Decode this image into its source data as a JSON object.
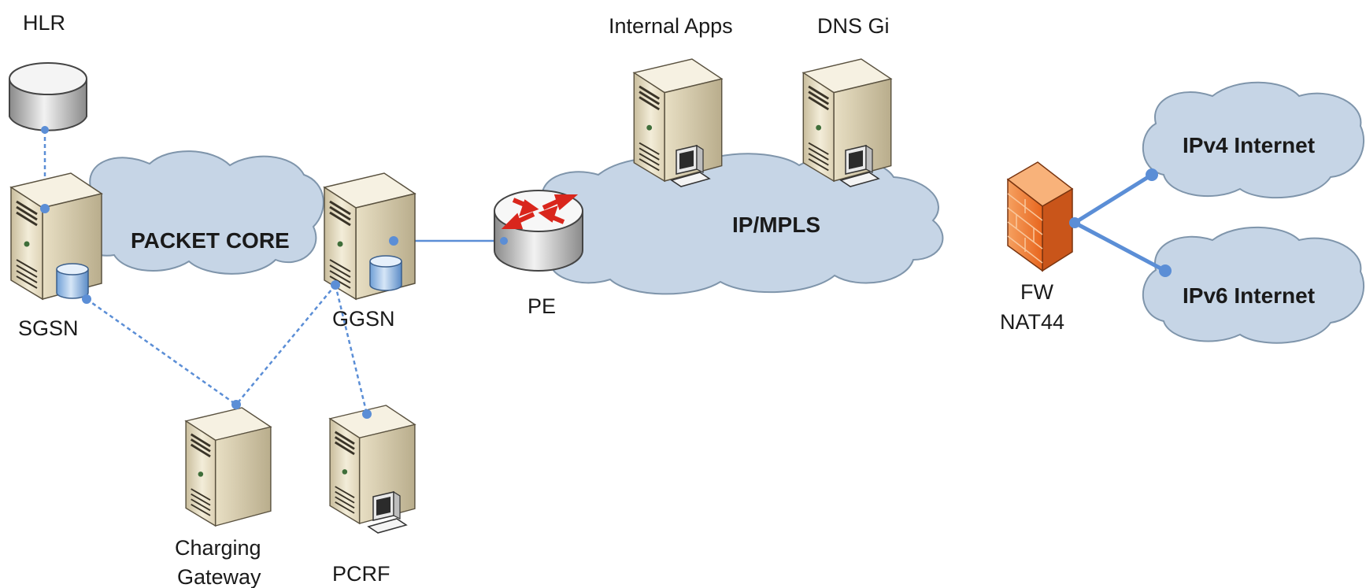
{
  "clouds": {
    "packet_core": "PACKET CORE",
    "ip_mpls": "IP/MPLS",
    "ipv4_internet": "IPv4 Internet",
    "ipv6_internet": "IPv6 Internet"
  },
  "nodes": {
    "hlr": "HLR",
    "sgsn": "SGSN",
    "ggsn": "GGSN",
    "charging_line1": "Charging",
    "charging_line2": "Gateway",
    "pcrf": "PCRF",
    "pe": "PE",
    "internal_apps": "Internal Apps",
    "dns_gi": "DNS Gi",
    "fw_line1": "FW",
    "fw_line2": "NAT44"
  },
  "icons": {
    "server": "server-tower-icon",
    "server_pc": "server-with-workstation-icon",
    "database": "database-cylinder-icon",
    "router": "router-icon",
    "firewall": "brick-firewall-icon",
    "cloud": "cloud-icon"
  },
  "colors": {
    "cloud_fill": "#c6d5e6",
    "link_blue": "#5b8ed6",
    "firewall_orange": "#f07a30",
    "router_arrows": "#d9261c",
    "server_beige": "#e9e0c8"
  }
}
